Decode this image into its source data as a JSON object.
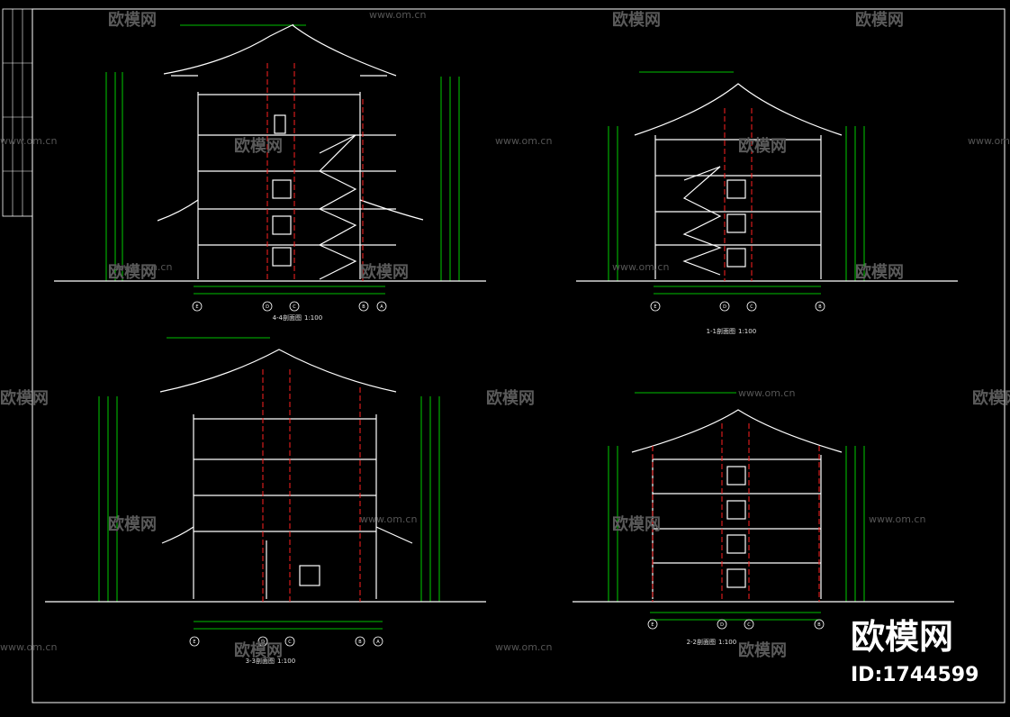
{
  "sections": {
    "s44": {
      "title": "4-4剖面图",
      "scale": "1:100"
    },
    "s11": {
      "title": "1-1剖面图",
      "scale": "1:100"
    },
    "s33": {
      "title": "3-3剖面图",
      "scale": "1:100"
    },
    "s22": {
      "title": "2-2剖面图",
      "scale": "1:100"
    }
  },
  "axes": {
    "s44": [
      "E",
      "D",
      "C",
      "B",
      "A"
    ],
    "s11": [
      "E",
      "D",
      "C",
      "B"
    ],
    "s33": [
      "E",
      "D",
      "C",
      "B",
      "A"
    ],
    "s22": [
      "E",
      "D",
      "C",
      "B"
    ]
  },
  "watermark": {
    "brand": "欧模网",
    "url": "www.om.cn"
  },
  "id_label": "ID:1744599",
  "colors": {
    "background": "#000000",
    "structure": "#ffffff",
    "dimension": "#00ff00",
    "column_axis": "#ff2020",
    "watermark": "#5a5a5a"
  }
}
